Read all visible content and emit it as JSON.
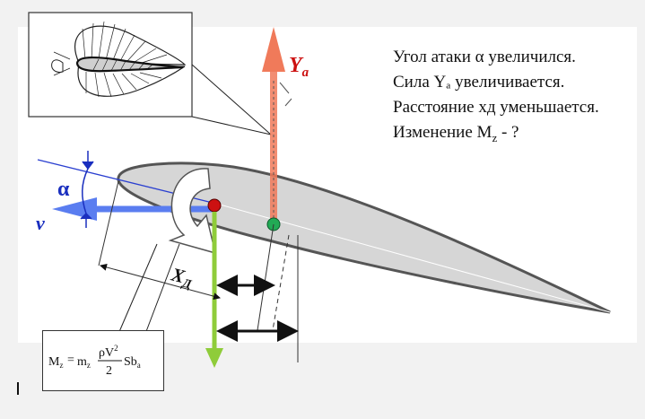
{
  "labels": {
    "lift": "Y",
    "lift_sub": "a",
    "alpha": "α",
    "velocity": "v",
    "distance": "X",
    "distance_sub": "Д"
  },
  "text_lines": [
    "Угол атаки α увеличился.",
    "Сила Yₐ увеличивается.",
    "Расстояние xд уменьшается.",
    "Изменение M",
    "z",
    " - ?"
  ],
  "formula": {
    "lhs": "M",
    "lhs_sub": "z",
    "eq": "=",
    "coef": "m",
    "coef_sub": "z",
    "num": "ρV",
    "num_sup": "2",
    "den": "2",
    "tail": "Sb",
    "tail_sub": "a"
  },
  "colors": {
    "background": "#f2f2f2",
    "panel": "#ffffff",
    "lift_arrow": "#f07a5a",
    "lift_label": "#cc1111",
    "velocity_arrow": "#5a7df0",
    "weight_arrow": "#8fcc3a",
    "center_pressure": "#22aa55",
    "moment_point": "#cc1111",
    "airfoil_fill": "#d6d6d6",
    "airfoil_edge": "#555555",
    "label_blue": "#1a2fbf"
  }
}
